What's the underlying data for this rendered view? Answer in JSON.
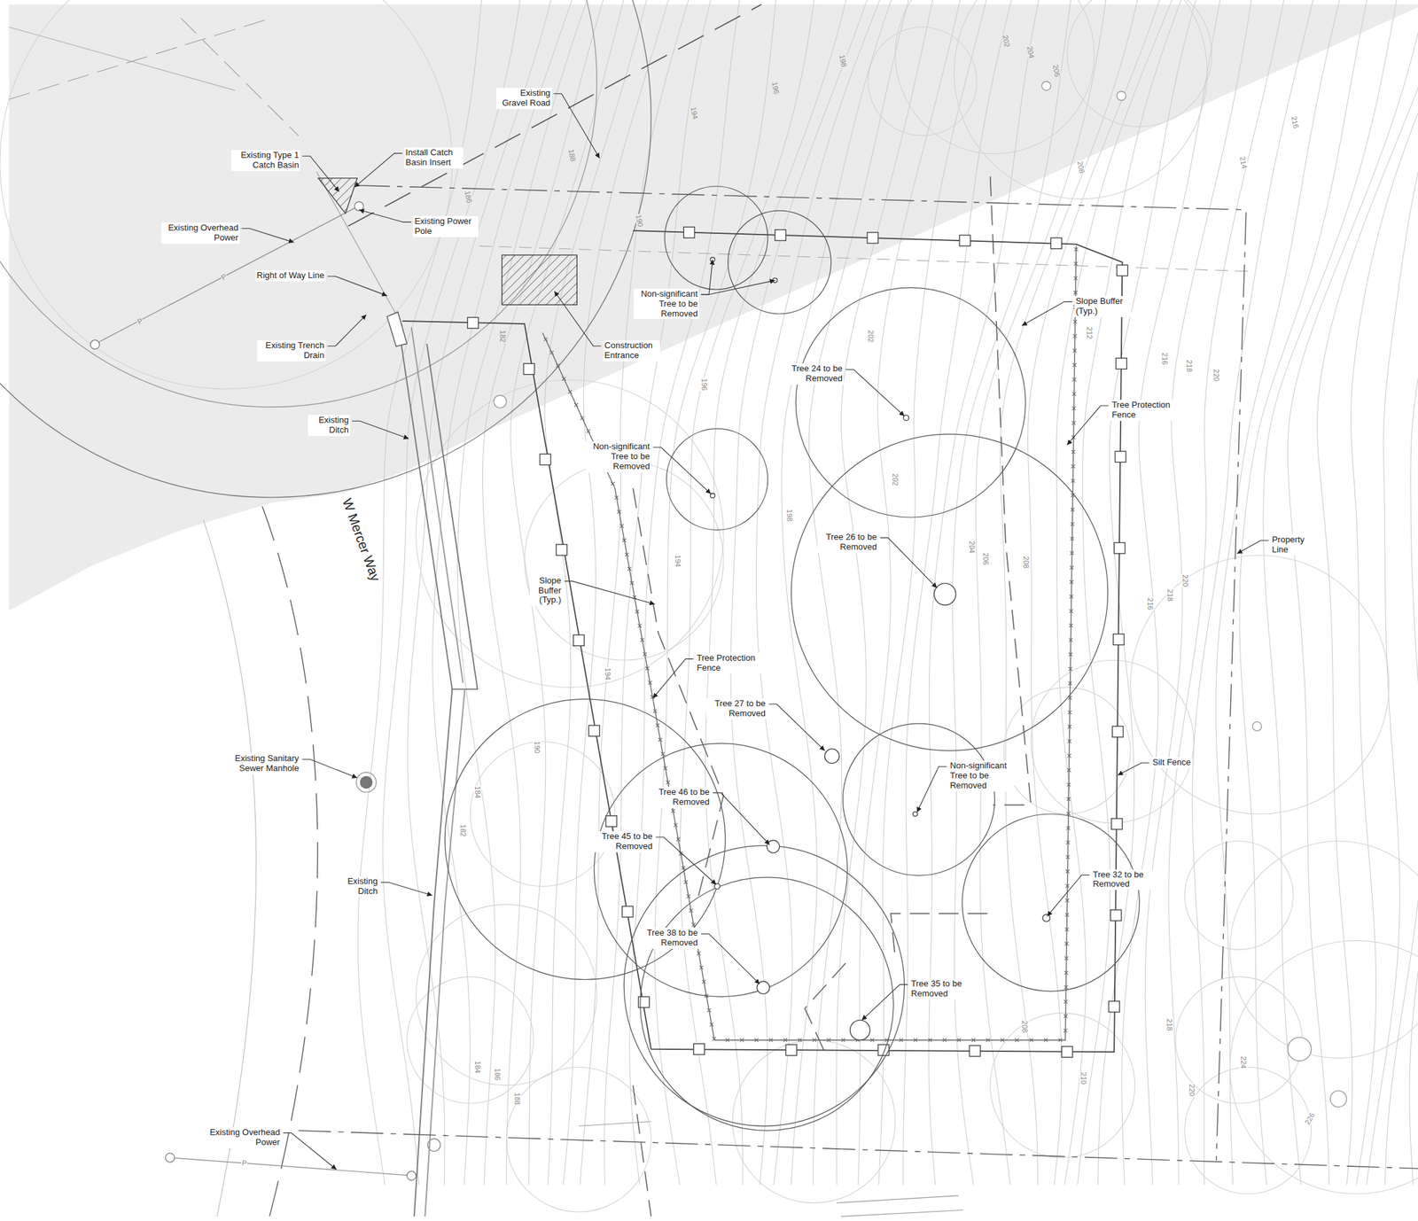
{
  "diagram": {
    "labels": [
      "Existing Gravel Road",
      "Existing Type 1 Catch Basin",
      "Install Catch Basin Insert",
      "Existing Overhead Power",
      "Existing Power Pole",
      "Right of Way Line",
      "Non-significant Tree to be Removed",
      "Construction Entrance",
      "Existing Trench Drain",
      "Slope Buffer (Typ.)",
      "Tree 24 to be Removed",
      "Tree Protection Fence",
      "Existing Ditch",
      "Non-significant Tree to be Removed",
      "Tree 26 to be Removed",
      "Property Line",
      "W Mercer Way",
      "Slope Buffer (Typ.)",
      "Tree Protection Fence",
      "Tree 27 to be Removed",
      "Existing Sanitary Sewer Manhole",
      "Silt Fence",
      "Non-significant Tree to be Removed",
      "Tree 46 to be Removed",
      "Tree 45 to be Removed",
      "Tree 32 to be Removed",
      "Existing Ditch",
      "Tree 38 to be Removed",
      "Tree 35 to be Removed",
      "Existing Overhead Power",
      "P",
      "P",
      "P",
      "186",
      "188",
      "190",
      "194",
      "196",
      "198",
      "202",
      "204",
      "206",
      "208",
      "214",
      "216",
      "182",
      "196",
      "202",
      "198",
      "194",
      "202",
      "204",
      "206",
      "208",
      "212",
      "216",
      "218",
      "220",
      "216",
      "218",
      "220",
      "184",
      "182",
      "190",
      "194",
      "184",
      "186",
      "188",
      "208",
      "210",
      "218",
      "220",
      "224",
      "226"
    ]
  }
}
